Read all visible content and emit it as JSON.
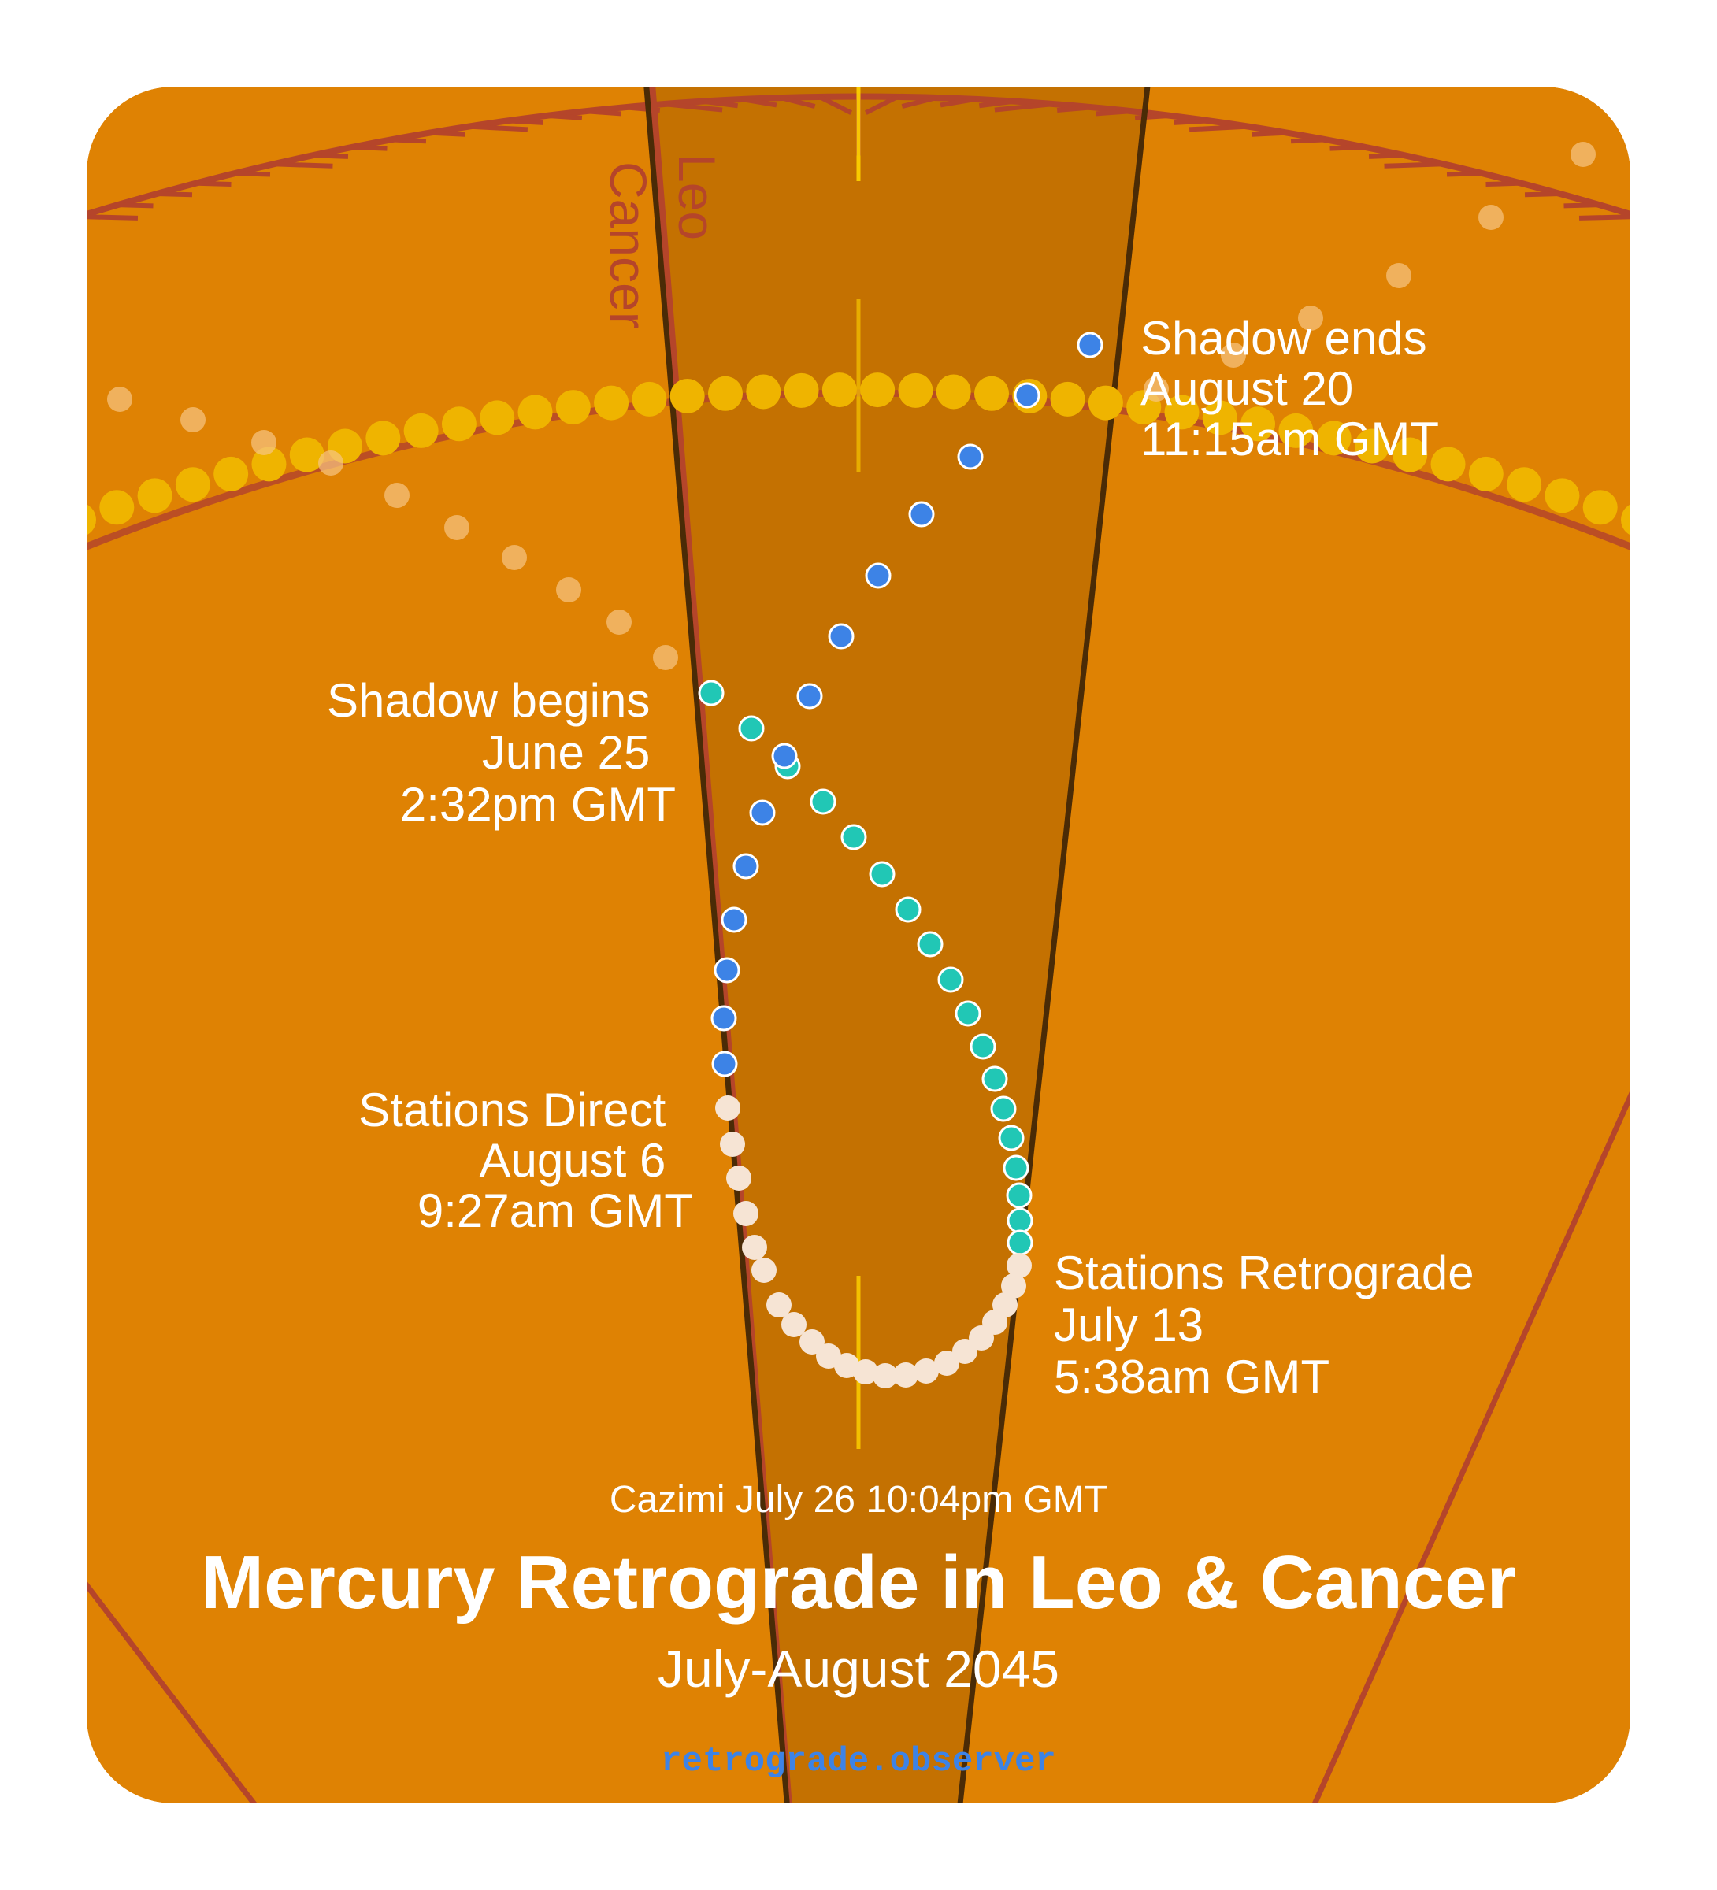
{
  "colors": {
    "background": "#df8203",
    "band": "#c47101",
    "ring": "#b5452a",
    "sun_path": "#efb400",
    "pre_shadow": "#f6c485",
    "retrograde_dots": "#f6e4d4",
    "shadow_in": "#21c7b5",
    "shadow_out": "#3d83e6",
    "text": "#ffffff"
  },
  "zodiac": {
    "sign_left": "Cancer",
    "sign_right": "Leo"
  },
  "events": [
    {
      "id": "shadow-begins",
      "lines": [
        "Shadow begins",
        "June 25",
        "2:32pm GMT"
      ]
    },
    {
      "id": "stations-retrograde",
      "lines": [
        "Stations Retrograde",
        "July 13",
        "5:38am GMT"
      ]
    },
    {
      "id": "stations-direct",
      "lines": [
        "Stations Direct",
        "August 6",
        "9:27am GMT"
      ]
    },
    {
      "id": "shadow-ends",
      "lines": [
        "Shadow ends",
        "August 20",
        "11:15am GMT"
      ]
    }
  ],
  "cazimi": "Cazimi July 26 10:04pm GMT",
  "title": "Mercury Retrograde in Leo & Cancer",
  "subtitle": "July-August 2045",
  "site": "retrograde.observer"
}
